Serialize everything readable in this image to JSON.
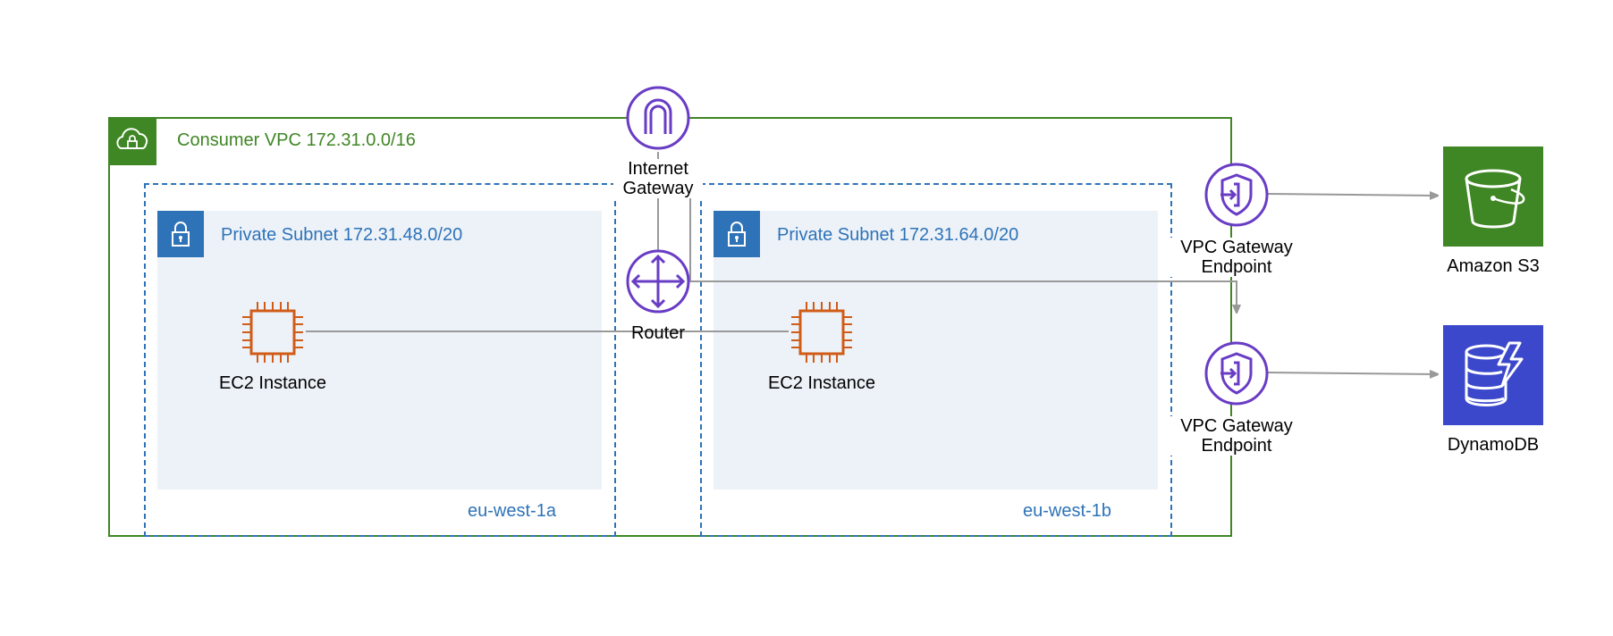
{
  "vpc": {
    "label": "Consumer VPC 172.31.0.0/16",
    "color": "#3f8624",
    "icon": "cloud-lock-icon"
  },
  "zones": [
    {
      "label": "eu-west-1a",
      "color": "#2e73b8",
      "subnet": {
        "label": "Private Subnet 172.31.48.0/20",
        "icon": "padlock-icon"
      },
      "instance": {
        "label": "EC2 Instance",
        "icon": "ec2-chip-icon"
      }
    },
    {
      "label": "eu-west-1b",
      "color": "#2e73b8",
      "subnet": {
        "label": "Private Subnet 172.31.64.0/20",
        "icon": "padlock-icon"
      },
      "instance": {
        "label": "EC2 Instance",
        "icon": "ec2-chip-icon"
      }
    }
  ],
  "internet_gateway": {
    "label": "Internet Gateway",
    "icon": "internet-gateway-icon"
  },
  "router": {
    "label": "Router",
    "icon": "router-icon"
  },
  "endpoints": [
    {
      "label": "VPC Gateway Endpoint",
      "icon": "vpc-endpoint-shield-icon"
    },
    {
      "label": "VPC Gateway Endpoint",
      "icon": "vpc-endpoint-shield-icon"
    }
  ],
  "services": [
    {
      "label": "Amazon S3",
      "color": "#3f8624",
      "icon": "s3-bucket-icon"
    },
    {
      "label": "DynamoDB",
      "color": "#3b48cc",
      "icon": "dynamodb-icon"
    }
  ],
  "colors": {
    "network_purple": "#693cc5",
    "compute_orange": "#d05c17",
    "line_gray": "#999999"
  }
}
